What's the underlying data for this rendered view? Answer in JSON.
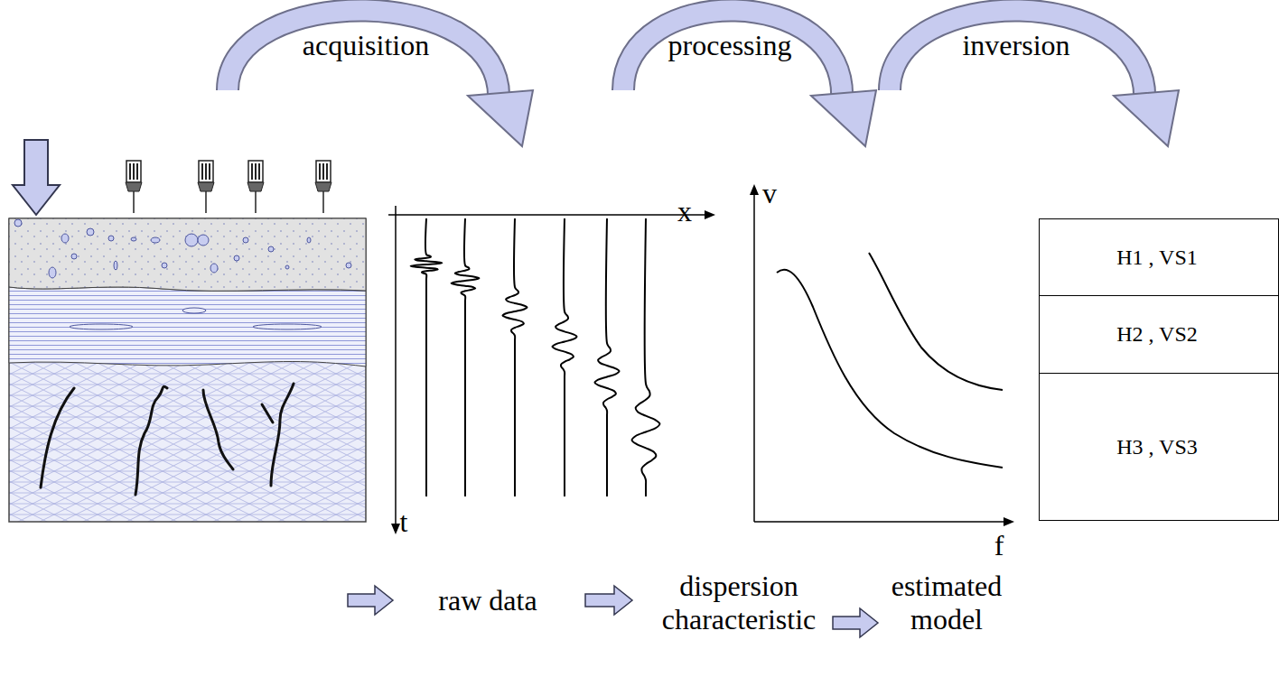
{
  "diagram": {
    "nodes": [
      {
        "text": [
          "H1 , VS1"
        ]
      },
      {
        "text": [
          "H2 , VS2"
        ]
      },
      {
        "text": [
          "H3 , VS3"
        ]
      }
    ],
    "labels": [
      "acquisition",
      "processing",
      "inversion",
      "x",
      "t",
      "v",
      "f",
      "raw data",
      "dispersion characteristic",
      "estimated model"
    ]
  }
}
